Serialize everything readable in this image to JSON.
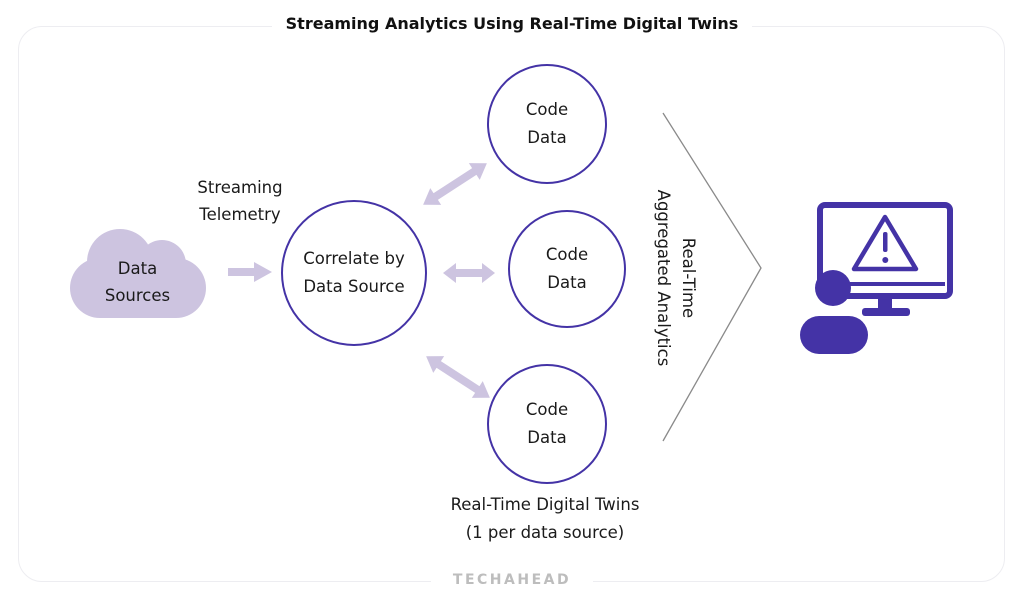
{
  "title": "Streaming Analytics Using Real-Time Digital Twins",
  "sources": {
    "line1": "Data",
    "line2": "Sources"
  },
  "stream_label": {
    "line1": "Streaming",
    "line2": "Telemetry"
  },
  "correlate": {
    "line1": "Correlate by",
    "line2": "Data Source"
  },
  "twins": [
    {
      "line1": "Code",
      "line2": "Data"
    },
    {
      "line1": "Code",
      "line2": "Data"
    },
    {
      "line1": "Code",
      "line2": "Data"
    }
  ],
  "twins_caption": {
    "line1": "Real-Time Digital Twins",
    "line2": "(1 per data source)"
  },
  "analytics_label": {
    "line1": "Real-Time",
    "line2": "Aggregated Analytics"
  },
  "brand": "TECHAHEAD",
  "colors": {
    "accent": "#4433a6",
    "cloud": "#cdc4e0",
    "arrow": "#cdc4e0"
  },
  "icons": [
    "cloud-icon",
    "monitor-alert-icon",
    "user-icon"
  ]
}
